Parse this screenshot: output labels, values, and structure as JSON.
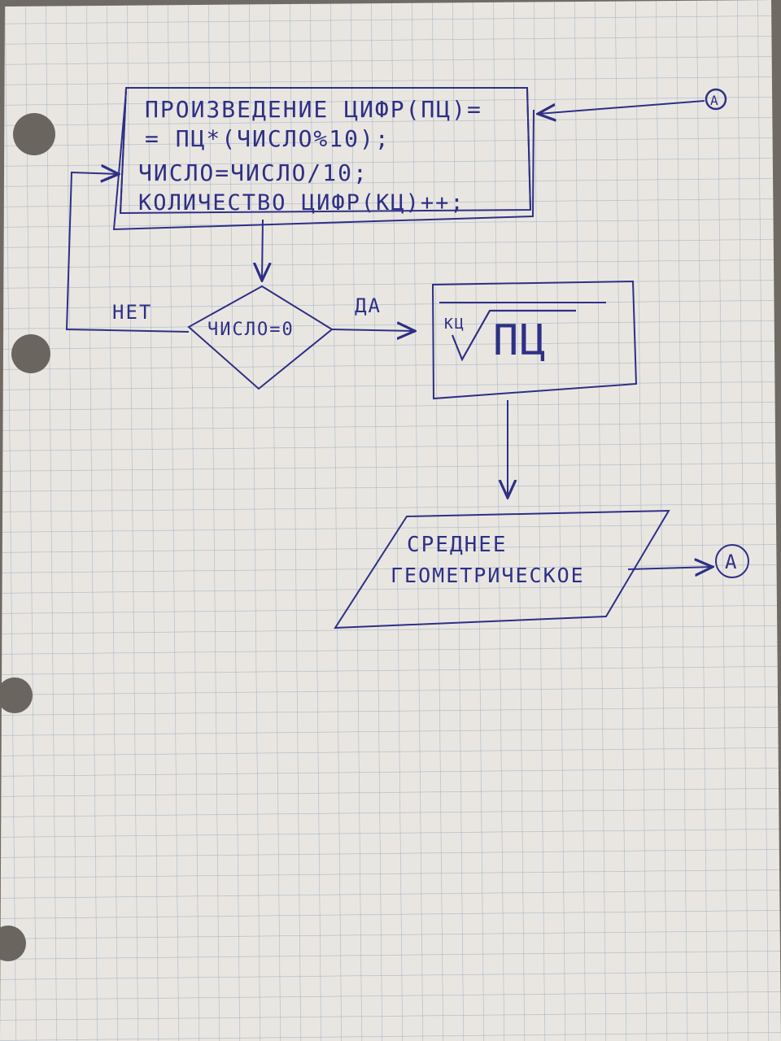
{
  "diagram": {
    "process_block": {
      "lines": [
        "ПРОИЗВЕДЕНИЕ ЦИФР(ПЦ)=",
        "= ПЦ*(ЧИСЛО%10);",
        "ЧИСЛО=ЧИСЛО/10;",
        "КОЛИЧЕСТВО ЦИФР(КЦ)++;"
      ]
    },
    "decision": {
      "label": "ЧИСЛО=0"
    },
    "branch_no_label": "НЕТ",
    "branch_yes_label": "ДА",
    "root_block": {
      "index": "КЦ",
      "radicand": "ПЦ"
    },
    "output_block": {
      "lines": [
        "СРЕДНЕЕ",
        "ГЕОМЕТРИЧЕСКОЕ"
      ]
    },
    "connector_out": "A",
    "connector_in": "A",
    "colors": {
      "paper": "#e9e6e1",
      "grid": "#9fb0c3",
      "ink": "#2e2f86",
      "background": "#6f6a63"
    }
  }
}
